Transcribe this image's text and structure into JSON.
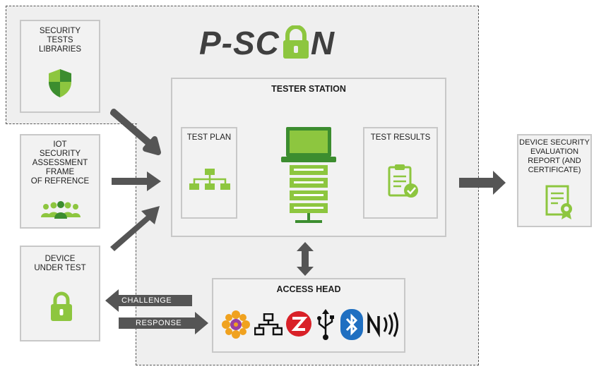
{
  "logo": {
    "text_left": "P-SC",
    "text_right": "N"
  },
  "security_libraries": {
    "label": "SECURITY TESTS LIBRARIES",
    "line1": "SECURITY",
    "line2": "TESTS",
    "line3": "LIBRARIES",
    "icon": "shield-icon"
  },
  "iot_frame": {
    "line1": "IoT",
    "line2": "SECURITY",
    "line3": "ASSESSMENT",
    "line4": "FRAME",
    "line5": "OF REFRENCE",
    "icon": "people-group-icon"
  },
  "device_under_test": {
    "line1": "DEVICE",
    "line2": "UNDER TEST",
    "icon": "padlock-icon"
  },
  "tester_station": {
    "title": "TESTER STATION",
    "test_plan": "TEST PLAN",
    "test_results": "TEST RESULTS",
    "icons": [
      "hierarchy-icon",
      "server-computer-icon",
      "clipboard-check-icon"
    ]
  },
  "access_head": {
    "title": "ACCESS HEAD",
    "icons": [
      "zigbee-flower-icon",
      "ethernet-network-icon",
      "z-wave-icon",
      "usb-icon",
      "bluetooth-icon",
      "nfc-icon"
    ]
  },
  "report": {
    "line1": "DEVICE SECURITY",
    "line2": "EVALUATION",
    "line3": "REPORT (AND",
    "line4": "CERTIFICATE)",
    "icon": "certificate-icon"
  },
  "arrows": {
    "challenge": "CHALLENGE",
    "response": "RESPONSE"
  },
  "colors": {
    "accent_green": "#8dc63f",
    "dark_green": "#3c8d2f",
    "arrow_gray": "#555555",
    "panel_border": "#c8c8c8",
    "background_gray": "#efefef"
  }
}
